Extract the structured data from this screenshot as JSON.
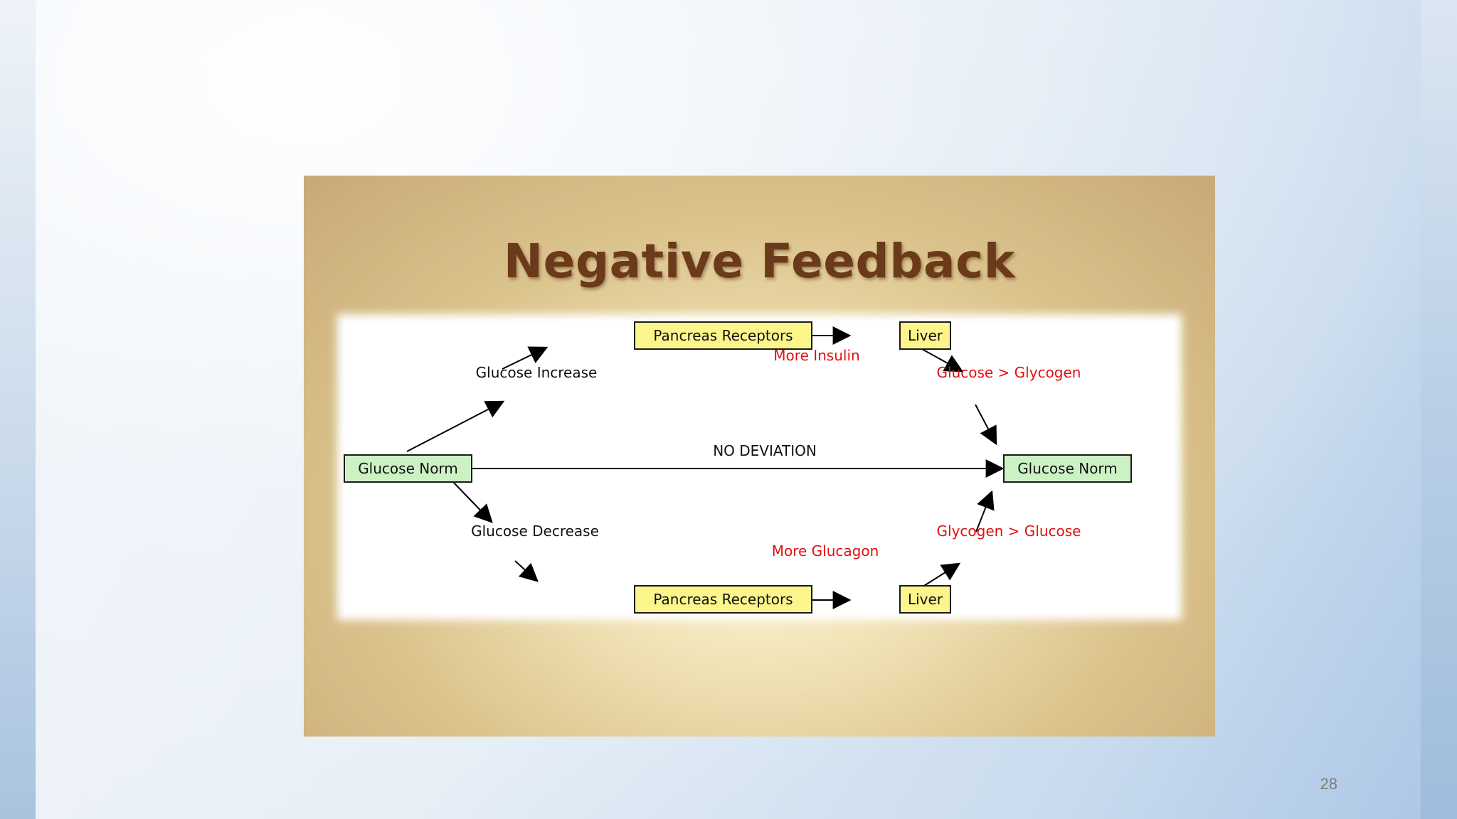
{
  "title": "Negative Feedback",
  "page_number": "28",
  "nodes": {
    "glucose_norm_left": "Glucose Norm",
    "glucose_norm_right": "Glucose Norm",
    "pancreas_top": "Pancreas Receptors",
    "liver_top": "Liver",
    "pancreas_bottom": "Pancreas Receptors",
    "liver_bottom": "Liver"
  },
  "labels": {
    "glucose_increase": "Glucose Increase",
    "glucose_decrease": "Glucose Decrease",
    "more_insulin": "More Insulin",
    "more_glucagon": "More Glucagon",
    "glucose_to_glycogen": "Glucose > Glycogen",
    "glycogen_to_glucose": "Glycogen > Glucose",
    "no_deviation": "NO DEVIATION"
  },
  "colors": {
    "title": "#6b3a1a",
    "node_green": "#ccf2c4",
    "node_yellow": "#fbf58c",
    "red_label": "#e01010"
  }
}
